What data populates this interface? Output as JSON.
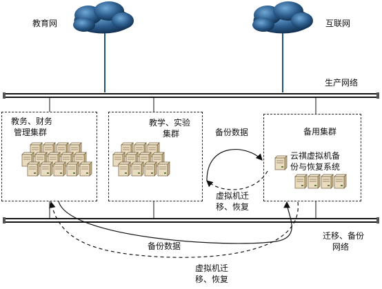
{
  "clouds": {
    "left_label": "教育网",
    "right_label": "互联网",
    "color": "#1f4e79"
  },
  "networks": {
    "production": "生产网络",
    "migration_line1": "迁移、备份",
    "migration_line2": "网络"
  },
  "clusters": {
    "teaching_admin": {
      "line1": "教务、财务",
      "line2": "管理集群"
    },
    "teaching_lab": {
      "line1": "教学、实验",
      "line2": "集群"
    },
    "backup": {
      "title": "备用集群",
      "line1": "云祺虚拟机备",
      "line2": "份与恢复系统"
    }
  },
  "flows": {
    "upper_backup": "备份数据",
    "upper_migrate_line1": "虚拟机迁",
    "upper_migrate_line2": "移、恢复",
    "lower_backup": "备份数据",
    "lower_migrate_line1": "虚拟机迁",
    "lower_migrate_line2": "移、恢复"
  },
  "colors": {
    "server_face": "#e9dcc0",
    "server_side": "#c9b48b",
    "line": "#111111"
  }
}
